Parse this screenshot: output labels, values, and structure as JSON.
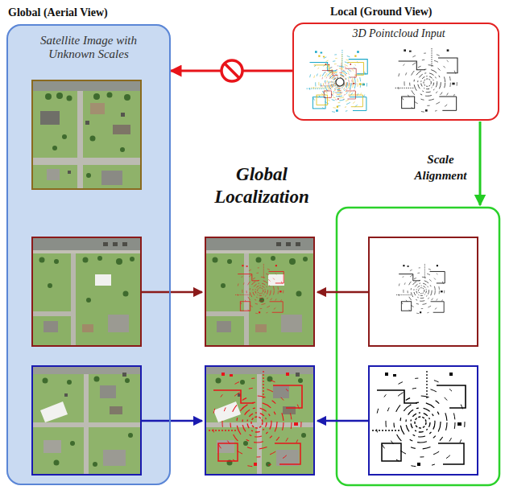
{
  "diagram": {
    "nodes": [
      {
        "text": [
          "Global (Aerial View)",
          "Satellite Image with Unknown Scales"
        ]
      },
      {
        "text": [
          "Local (Ground View)",
          "3D Pointcloud Input"
        ]
      }
    ],
    "edges": [
      {
        "from": 1,
        "to": 0,
        "arrow": "to"
      }
    ],
    "labels": [
      "Global Localization",
      "Scale Alignment"
    ]
  }
}
